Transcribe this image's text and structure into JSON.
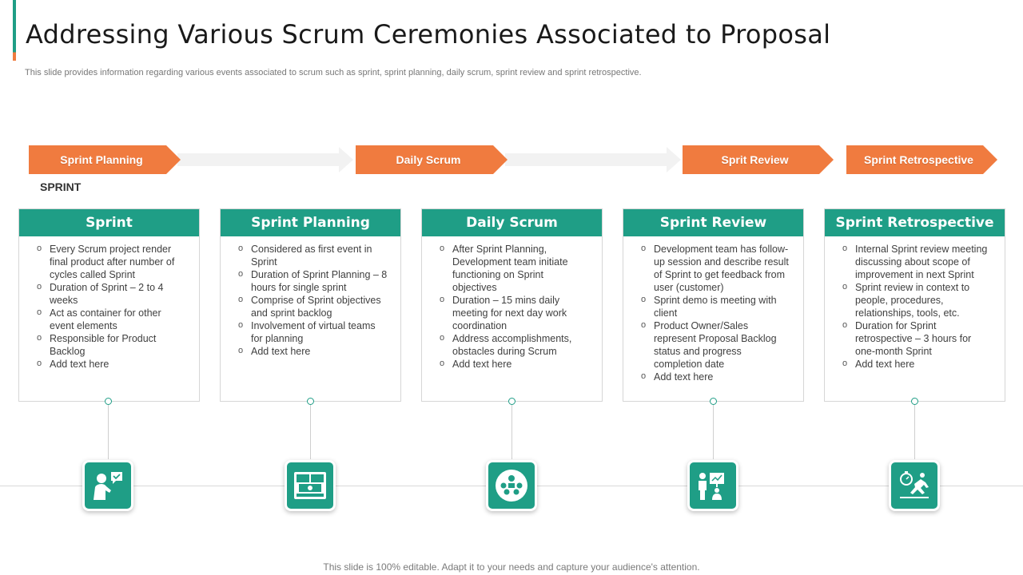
{
  "header": {
    "title": "Addressing Various Scrum Ceremonies Associated to Proposal",
    "subtitle": "This slide provides information regarding various events associated to scrum such as sprint, sprint planning, daily scrum, sprint review and sprint retrospective."
  },
  "flow": {
    "steps": [
      "Sprint Planning",
      "Daily Scrum",
      "Sprit Review",
      "Sprint Retrospective"
    ],
    "sprint_label": "SPRINT"
  },
  "cards": [
    {
      "title": "Sprint",
      "icon": "person-check-icon",
      "items": [
        "Every Scrum project render final product after number of cycles called Sprint",
        "Duration of Sprint – 2 to 4 weeks",
        "Act as container for other event elements",
        "Responsible for Product Backlog",
        "Add text here"
      ]
    },
    {
      "title": "Sprint Planning",
      "icon": "planning-board-icon",
      "items": [
        "Considered as first event in Sprint",
        "Duration of Sprint Planning – 8 hours for single sprint",
        "Comprise of Sprint objectives and sprint backlog",
        "Involvement of virtual teams for planning",
        "Add text here"
      ]
    },
    {
      "title": "Daily Scrum",
      "icon": "team-meeting-icon",
      "items": [
        "After Sprint Planning, Development team initiate functioning on Sprint objectives",
        "Duration – 15 mins daily meeting for next day work coordination",
        "Address accomplishments, obstacles during Scrum",
        "Add text here"
      ]
    },
    {
      "title": "Sprint Review",
      "icon": "presentation-icon",
      "items": [
        "Development team has follow-up session and describe result of Sprint to get feedback from user (customer)",
        "Sprint demo is meeting with client",
        "Product Owner/Sales represent Proposal Backlog status and progress completion date",
        "Add text here"
      ]
    },
    {
      "title": "Sprint Retrospective",
      "icon": "sprinter-stopwatch-icon",
      "items": [
        "Internal Sprint review meeting discussing about scope of improvement in next Sprint",
        "Sprint review in context to people, procedures, relationships, tools, etc.",
        "Duration for Sprint retrospective – 3 hours for one-month Sprint",
        "Add text here"
      ]
    }
  ],
  "footer": "This slide is 100% editable. Adapt it to your needs and capture your audience's attention.",
  "colors": {
    "accent_green": "#1f9e86",
    "accent_orange": "#f07b3f"
  }
}
